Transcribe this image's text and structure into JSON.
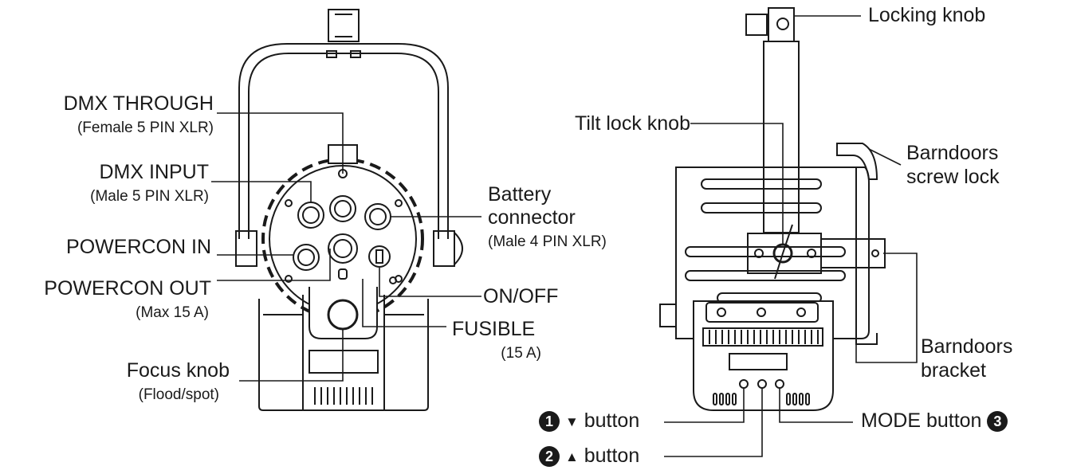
{
  "front_view": {
    "dmx_through": {
      "title": "DMX THROUGH",
      "sub": "(Female 5 PIN XLR)"
    },
    "dmx_input": {
      "title": "DMX INPUT",
      "sub": "(Male 5 PIN XLR)"
    },
    "powercon_in": {
      "title": "POWERCON IN"
    },
    "powercon_out": {
      "title": "POWERCON OUT",
      "sub": "(Max 15 A)"
    },
    "focus_knob": {
      "title": "Focus knob",
      "sub": "(Flood/spot)"
    },
    "battery_connector": {
      "title_line1": "Battery",
      "title_line2": "connector",
      "sub": "(Male 4 PIN XLR)"
    },
    "on_off": {
      "title": "ON/OFF"
    },
    "fusible": {
      "title": "FUSIBLE",
      "sub": "(15 A)"
    }
  },
  "side_view": {
    "locking_knob": "Locking knob",
    "tilt_lock_knob": "Tilt lock knob",
    "barndoors_screw_lock": {
      "line1": "Barndoors",
      "line2": "screw lock"
    },
    "barndoors_bracket": {
      "line1": "Barndoors",
      "line2": "bracket"
    },
    "down_button": {
      "badge": "1",
      "arrow": "▼",
      "label": "button"
    },
    "up_button": {
      "badge": "2",
      "arrow": "▲",
      "label": "button"
    },
    "mode_button": {
      "label": "MODE button",
      "badge": "3"
    }
  },
  "colors": {
    "line": "#1a1a1a",
    "background": "#ffffff"
  }
}
